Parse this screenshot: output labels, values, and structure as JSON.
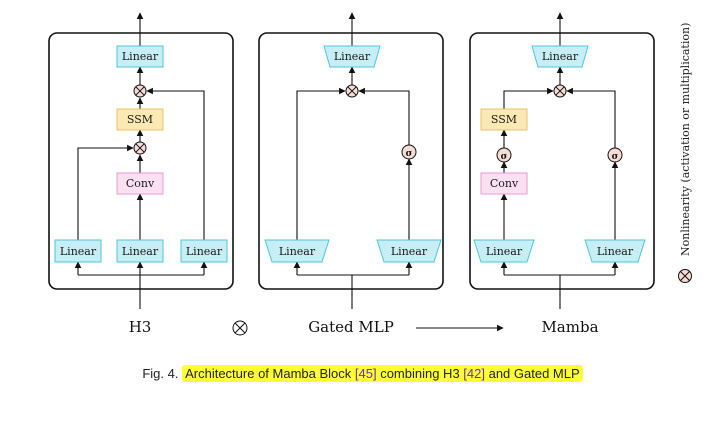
{
  "labels": {
    "linear": "Linear",
    "ssm": "SSM",
    "conv": "Conv",
    "sigma": "σ"
  },
  "blocks": {
    "h3": "H3",
    "gated_mlp": "Gated MLP",
    "mamba": "Mamba"
  },
  "side_note": "Nonlinearity (activation or multiplication)",
  "caption": {
    "prefix": "Fig. 4.",
    "pre1": "Architecture of Mamba Block ",
    "ref1": "[45]",
    "mid1": " combining H3 ",
    "ref2": "[42]",
    "post": " and Gated MLP"
  },
  "colors": {
    "linear_fill": "#c6eef4",
    "linear_stroke": "#4ec5d6",
    "ssm_fill": "#fbe9b4",
    "ssm_stroke": "#e8c46a",
    "conv_fill": "#fbe1f0",
    "conv_stroke": "#e49ccb",
    "op_fill": "#f5dcd4",
    "highlight": "#ffff38"
  }
}
